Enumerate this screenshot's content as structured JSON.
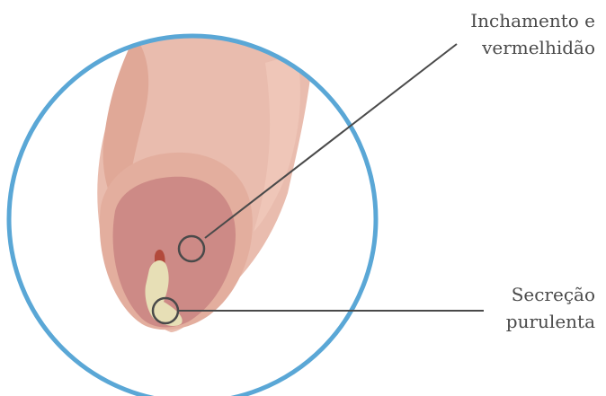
{
  "labels": {
    "swelling": {
      "line1": "Inchamento e",
      "line2": "vermelhidão"
    },
    "discharge": {
      "line1": "Secreção",
      "line2": "purulenta"
    }
  },
  "colors": {
    "frame_circle": "#5aa7d6",
    "skin": "#e8b9ab",
    "skin_shadow": "#dca596",
    "glans": "#cd8a86",
    "pus": "#e7dfb6",
    "opening": "#b24a3c",
    "leader_line": "#4a4a4a"
  }
}
